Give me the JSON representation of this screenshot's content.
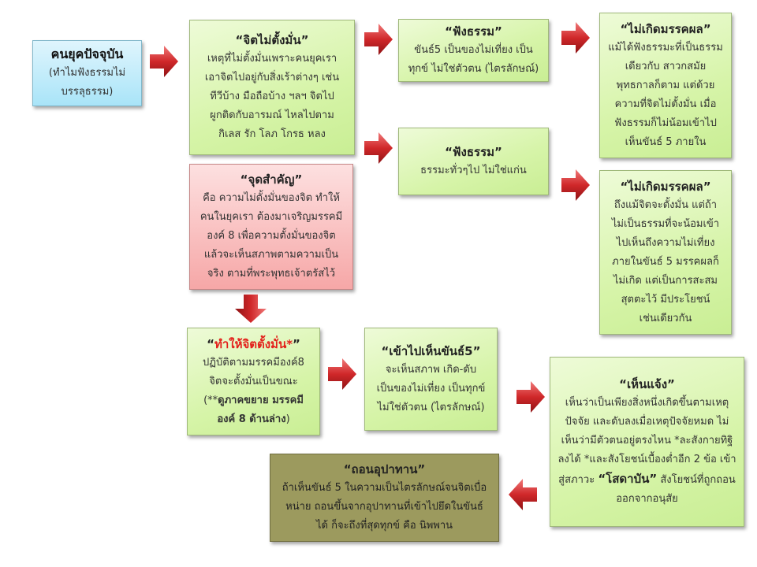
{
  "colors": {
    "arrow": "#c9282a",
    "green": "#d6f4a8",
    "blue": "#a9e4f8",
    "pink": "#f6a7a7",
    "olive": "#9c9a5e",
    "highlight": "#e3201b"
  },
  "boxes": {
    "modern_people": {
      "title": "คนยุคปัจจุบัน",
      "lines": [
        "(ทำไมฟังธรรมไม่",
        "บรรลุธรรม)"
      ]
    },
    "unstable_mind": {
      "title": "“จิตไม่ตั้งมั่น”",
      "lines": [
        "เหตุที่ไม่ตั้งมั่นเพราะคนยุคเรา",
        "เอาจิตไปอยู่กับสิ่งเร้าต่างๆ  เช่น",
        "ทีวีบ้าง มือถือบ้าง  ฯลฯ จิตไป",
        "ผูกติดกับอารมณ์  ไหลไปตาม",
        "กิเลส รัก โลภ โกรธ หลง"
      ]
    },
    "listen_dhamma_1": {
      "title": "“ฟังธรรม”",
      "lines": [
        "ขันธ์5 เป็นของไม่เที่ยง  เป็น",
        "ทุกข์ ไม่ใช่ตัวตน  (ไตรลักษณ์)"
      ]
    },
    "no_fruit_1": {
      "title": "“ไม่เกิดมรรคผล”",
      "lines": [
        "แม้ได้ฟังธรรมะที่เป็นธรรม",
        "เดียวกับ สาวกสมัย",
        "พุทธกาลก็ตาม แต่ด้วย",
        "ความที่จิตไม่ตั้งมั่น เมื่อ",
        "ฟังธรรมก็ไม่น้อมเข้าไป",
        "เห็นขันธ์ 5 ภายใน"
      ]
    },
    "listen_dhamma_2": {
      "title": "“ฟังธรรม”",
      "lines": [
        "ธรรมะทั่วๆไป ไม่ใช่แก่น"
      ]
    },
    "no_fruit_2": {
      "title": "“ไม่เกิดมรรคผล”",
      "lines": [
        "ถึงแม้จิตจะตั้งมั่น แต่ถ้า",
        "ไม่เป็นธรรมที่จะน้อมเข้า",
        "ไปเห็นถึงความไม่เที่ยง",
        "ภายในขันธ์ 5 มรรคผลก็",
        "ไม่เกิด แต่เป็นการสะสม",
        "สุตตะไว้ มีประโยชน์",
        "เช่นเดียวกัน"
      ]
    },
    "key_point": {
      "title": "“จุดสำคัญ”",
      "lines": [
        "คือ ความไม่ตั้งมั่นของจิต ทำให้",
        "คนในยุคเรา ต้องมาเจริญมรรคมี",
        "องค์ 8 เพื่อความตั้งมั่นของจิต",
        "แล้วจะเห็นสภาพตามความเป็น",
        "จริง ตามที่พระพุทธเจ้าตรัสไว้"
      ]
    },
    "make_stable": {
      "title_open": "“",
      "title_red": "ทำให้จิตตั้งมั่น*",
      "title_close": "”",
      "lines": [
        "ปฏิบัติตามมรรคมีองค์8",
        "จิตจะตั้งมั่นเป็นขณะ"
      ],
      "note_prefix": "(**",
      "note_bold_1": "ดูภาคขยาย มรรคมี",
      "note_bold_2": "องค์ 8 ด้านล่าง",
      "note_suffix": ")"
    },
    "see_aggregates": {
      "title": "“เข้าไปเห็นขันธ์5”",
      "lines": [
        "จะเห็นสภาพ เกิด-ดับ",
        "เป็นของไม่เที่ยง เป็นทุกข์",
        "ไม่ใช่ตัวตน  (ไตรลักษณ์)"
      ]
    },
    "clear_seeing": {
      "title": "“เห็นแจ้ง”",
      "lines": [
        "เห็นว่าเป็นเพียงสิ่งหนึ่งเกิดขึ้นตามเหตุ",
        "ปัจจัย และดับลงเมื่อเหตุปัจจัยหมด ไม่",
        "เห็นว่ามีตัวตนอยู่ตรงไหน  *ละสังกายทิฐิ",
        "ลงได้ *และสังโยชน์เบื้องต่ำอีก 2 ข้อ เข้า"
      ],
      "last_prefix": "สู่สภาวะ ",
      "last_bold": "“โสดาบัน”",
      "last_suffix": "  สังโยชน์ที่ถูกถอน",
      "last_line": "ออกจากอนุสัย"
    },
    "uproot_clinging": {
      "title": "“ถอนอุปาทาน”",
      "lines": [
        "ถ้าเห็นขันธ์ 5 ในความเป็นไตรลักษณ์จนจิตเบื่อ",
        "หน่าย ถอนขึ้นจากอุปาทานที่เข้าไปยึดในขันธ์",
        "ได้ ก็จะถึงที่สุดทุกข์ คือ นิพพาน"
      ]
    }
  }
}
